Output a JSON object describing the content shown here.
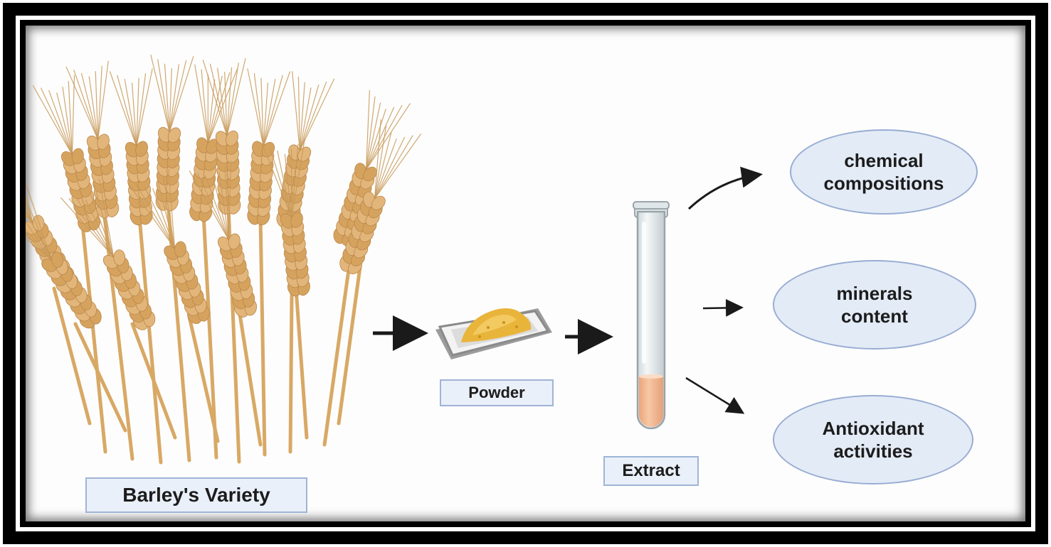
{
  "labels": {
    "barley": "Barley's Variety",
    "powder": "Powder",
    "extract": "Extract"
  },
  "outcomes": [
    {
      "line1": "chemical",
      "line2": "compositions"
    },
    {
      "line1": "minerals",
      "line2": "content"
    },
    {
      "line1": "Antioxidant",
      "line2": "activities"
    }
  ],
  "colors": {
    "frame": "#000000",
    "label_fill": "#eaf0f9",
    "label_border": "#9fb4d6",
    "oval_fill": "#e3ebf6",
    "oval_border": "#98add3",
    "barley": "#d9ad6e",
    "powder": "#e9b43a",
    "extract_liquid": "#f3b98f"
  }
}
